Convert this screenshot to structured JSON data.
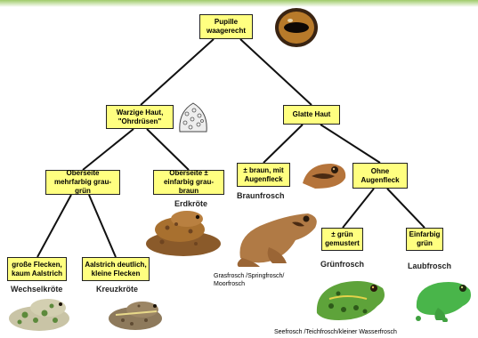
{
  "nodes": {
    "root": "Pupille waagerecht",
    "warty": "Warzige Haut, \"Ohrdrüsen\"",
    "smooth": "Glatte Haut",
    "multicolor": "Oberseite mehrfarbig grau-grün",
    "uniform": "Oberseite ± einfarbig grau-braun",
    "brown_spot": "± braun, mit Augenfleck",
    "no_spot": "Ohne Augenfleck",
    "large_spots": "große Flecken, kaum Aalstrich",
    "stripe": "Aalstrich deutlich, kleine Flecken",
    "green_patterned": "± grün gemustert",
    "plain_green": "Einfarbig grün"
  },
  "labels": {
    "erdkroete": "Erdkröte",
    "braunfrosch": "Braunfrosch",
    "wechselkroete": "Wechselkröte",
    "kreuzkroete": "Kreuzkröte",
    "gruenfrosch": "Grünfrosch",
    "laubfrosch": "Laubfrosch"
  },
  "notes": {
    "grasfrosch_line1": "Grasfrosch /Springfrosch/",
    "grasfrosch_line2": "Moorfrosch",
    "seefrosch": "Seefrosch /Teichfrosch/kleiner Wasserfrosch"
  },
  "colors": {
    "node_fill": "#ffff80",
    "accent_bar": "#9fcb6a"
  }
}
